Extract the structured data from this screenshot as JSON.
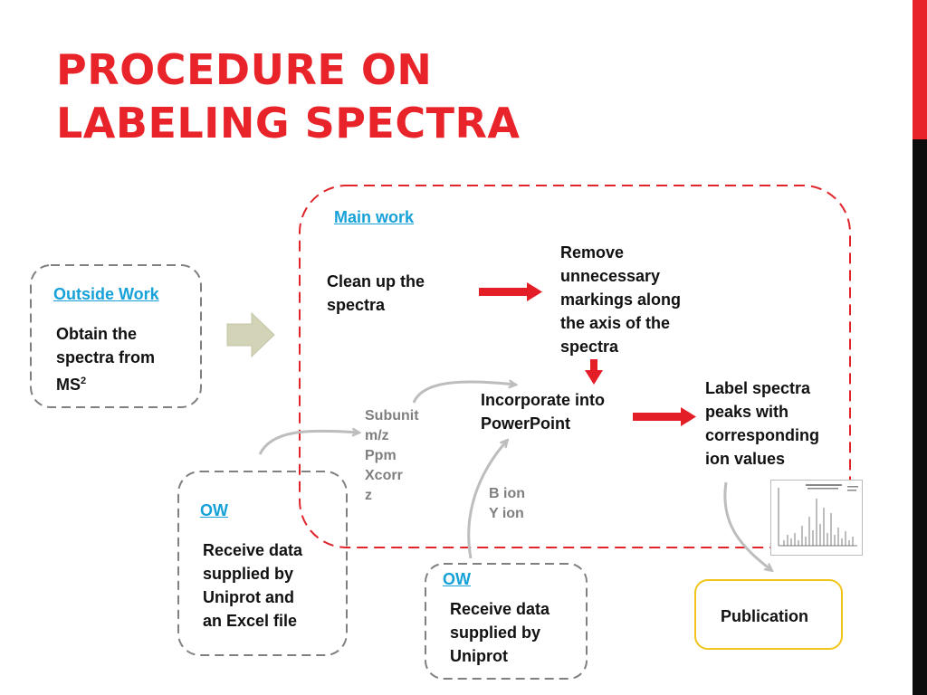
{
  "slide": {
    "title_line1": "PROCEDURE ON",
    "title_line2": "LABELING SPECTRA",
    "colors": {
      "accent_red": "#e8242a",
      "link_blue": "#16a1d8",
      "dark_bar": "#0d0d0d",
      "publication_border": "#f0c419"
    }
  },
  "outside_work": {
    "heading": "Outside Work",
    "text_line1": "Obtain the",
    "text_line2": "spectra from",
    "text_line3": "MS",
    "superscript": "2"
  },
  "main_work": {
    "heading": "Main work",
    "clean": [
      "Clean up the",
      "spectra"
    ],
    "remove": [
      "Remove",
      "unnecessary",
      "markings along",
      "the axis of the",
      "spectra"
    ],
    "incorporate": [
      "Incorporate into",
      "PowerPoint"
    ],
    "label": [
      "Label spectra",
      "peaks with",
      "corresponding",
      "ion values"
    ]
  },
  "subunit_params": [
    "Subunit",
    "m/z",
    "Ppm",
    "Xcorr",
    "z"
  ],
  "ion_types": [
    "B ion",
    "Y ion"
  ],
  "ow_excel": {
    "heading": "OW",
    "lines": [
      "Receive data",
      "supplied by",
      "Uniprot and",
      "an Excel file"
    ]
  },
  "ow_uniprot": {
    "heading": "OW",
    "lines": [
      "Receive data",
      "supplied by",
      "Uniprot"
    ]
  },
  "publication": {
    "label": "Publication"
  },
  "icons": {
    "spectrum_thumbnail": "spectrum-chart-icon",
    "big_arrow": "right-arrow-icon"
  }
}
